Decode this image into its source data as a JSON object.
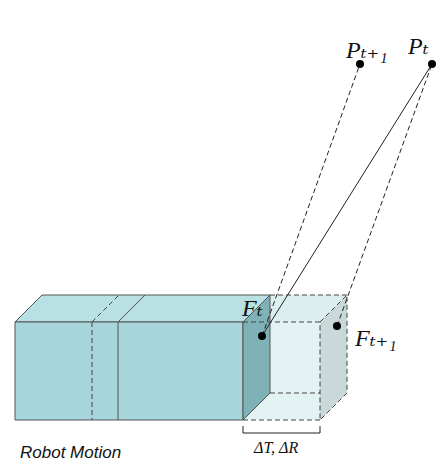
{
  "diagram": {
    "labels": [
      "Pₜ₊₁",
      "Pₜ",
      "Fₜ",
      "Fₜ₊₁",
      "Robot Motion",
      "ΔT, ΔR"
    ]
  }
}
